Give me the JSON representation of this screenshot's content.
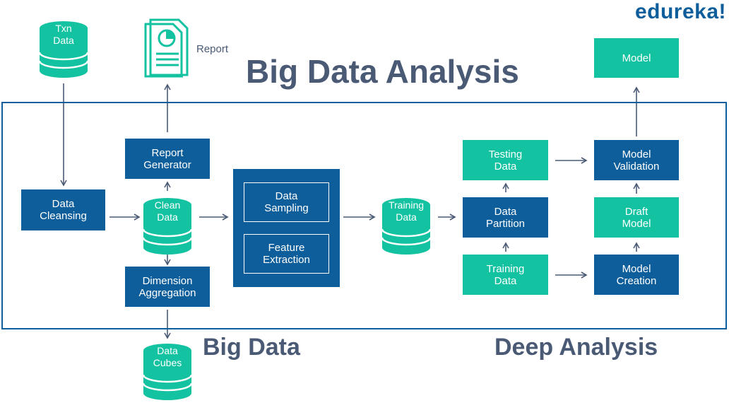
{
  "logo": "edureka!",
  "title": "Big Data Analysis",
  "section_labels": {
    "big_data": "Big Data",
    "deep_analysis": "Deep Analysis"
  },
  "report_label": "Report",
  "nodes": {
    "txn_data": [
      "Txn",
      "Data"
    ],
    "data_cleansing": [
      "Data",
      "Cleansing"
    ],
    "clean_data": [
      "Clean",
      "Data"
    ],
    "report_generator": [
      "Report",
      "Generator"
    ],
    "dimension_aggregation": [
      "Dimension",
      "Aggregation"
    ],
    "data_cubes": [
      "Data",
      "Cubes"
    ],
    "data_sampling": [
      "Data",
      "Sampling"
    ],
    "feature_extraction": [
      "Feature",
      "Extraction"
    ],
    "training_data_store": [
      "Training",
      "Data"
    ],
    "testing_data": [
      "Testing",
      "Data"
    ],
    "data_partition": [
      "Data",
      "Partition"
    ],
    "training_data": [
      "Training",
      "Data"
    ],
    "model_validation": [
      "Model",
      "Validation"
    ],
    "draft_model": [
      "Draft",
      "Model"
    ],
    "model_creation": [
      "Model",
      "Creation"
    ],
    "model": [
      "Model"
    ]
  },
  "colors": {
    "blue": "#0e5e9c",
    "teal": "#13c2a1",
    "heading": "#4a5a75",
    "arrow": "#4a5a75"
  },
  "icons": {
    "report": "document-pie-chart-icon",
    "database": "database-cylinder-icon"
  }
}
